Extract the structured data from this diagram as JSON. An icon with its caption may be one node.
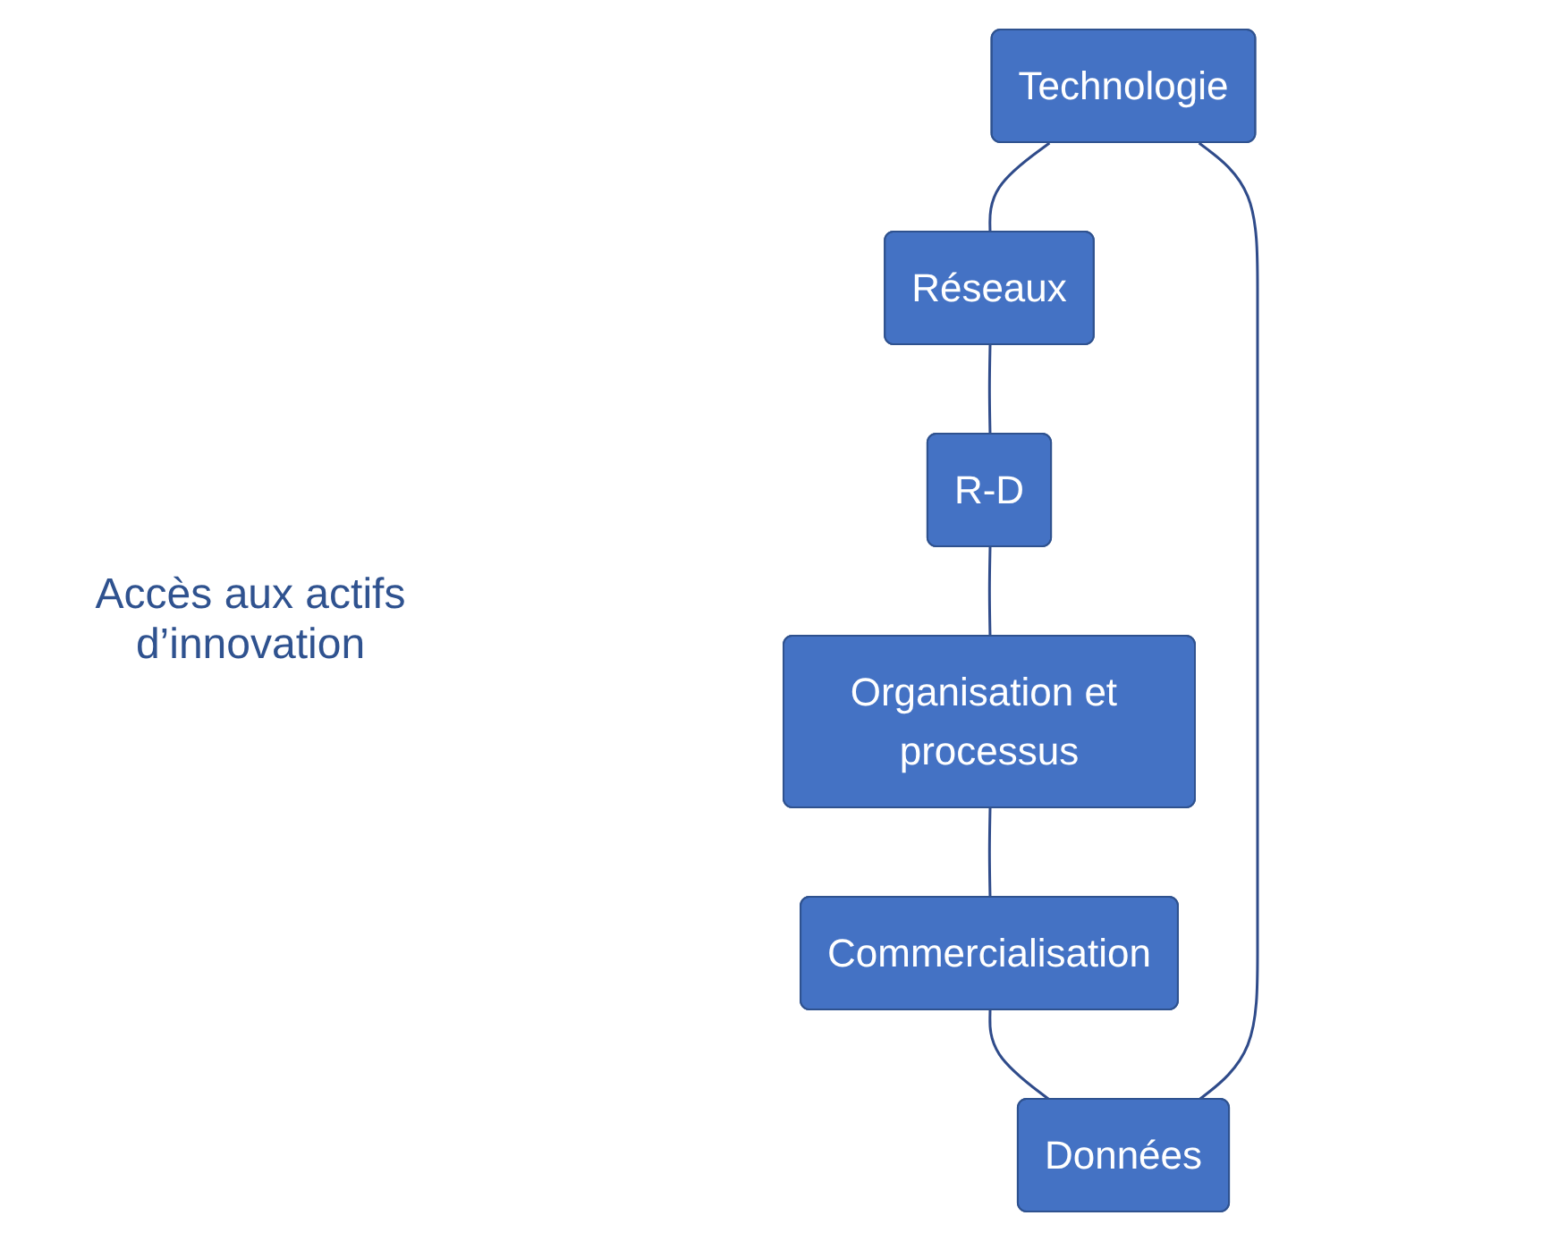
{
  "diagram": {
    "nodes": [
      {
        "text": [
          "Technologie"
        ]
      },
      {
        "text": [
          "Réseaux"
        ]
      },
      {
        "text": [
          "R-D"
        ]
      },
      {
        "text": [
          "Organisation et processus"
        ]
      },
      {
        "text": [
          "Commercialisation"
        ]
      },
      {
        "text": [
          "Données"
        ]
      }
    ],
    "edges": [
      {
        "from": 0,
        "to": 1,
        "arrow": "none"
      },
      {
        "from": 1,
        "to": 2,
        "arrow": "none"
      },
      {
        "from": 2,
        "to": 3,
        "arrow": "none"
      },
      {
        "from": 3,
        "to": 4,
        "arrow": "none"
      },
      {
        "from": 4,
        "to": 5,
        "arrow": "none"
      },
      {
        "from": 5,
        "to": 0,
        "arrow": "none"
      }
    ],
    "labels": [
      "Accès aux actifs d’innovation"
    ]
  }
}
